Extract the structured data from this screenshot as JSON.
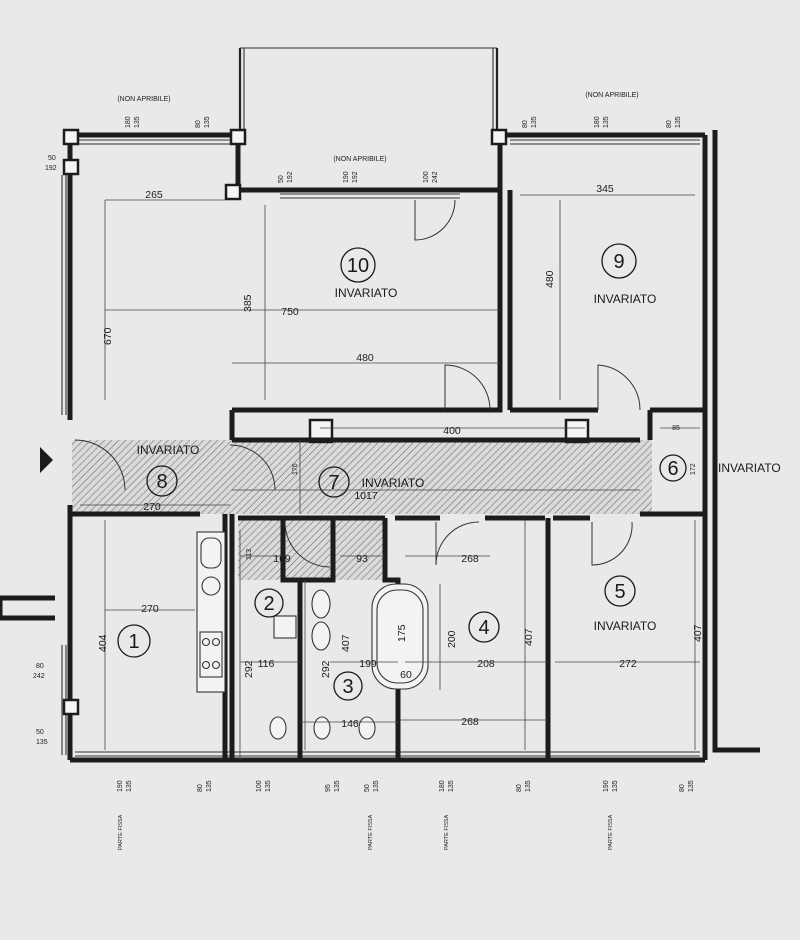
{
  "rooms": {
    "r1": {
      "number": "1"
    },
    "r2": {
      "number": "2"
    },
    "r3": {
      "number": "3"
    },
    "r4": {
      "number": "4"
    },
    "r5": {
      "number": "5",
      "status": "INVARIATO"
    },
    "r6": {
      "number": "6",
      "status": "INVARIATO"
    },
    "r7": {
      "number": "7",
      "status": "INVARIATO"
    },
    "r8": {
      "number": "8",
      "status": "INVARIATO"
    },
    "r9": {
      "number": "9",
      "status": "INVARIATO"
    },
    "r10": {
      "number": "10",
      "status": "INVARIATO"
    }
  },
  "notes": {
    "non_apribile_left": "(NON APRIBILE)",
    "non_apribile_center": "(NON APRIBILE)",
    "non_apribile_right": "(NON APRIBILE)",
    "parte_fissa": "PARTE FISSA"
  },
  "dimensions": {
    "w_tl_a": "180",
    "w_tl_b": "135",
    "w_tl_c": "80",
    "w_tl_d": "135",
    "left_top_a": "50",
    "left_top_b": "192",
    "cent_a": "50",
    "cent_b": "192",
    "cent_c": "190",
    "cent_d": "192",
    "cent_e": "100",
    "cent_f": "242",
    "w_tr_a": "80",
    "w_tr_b": "135",
    "w_tr_c": "180",
    "w_tr_d": "135",
    "w_tr_e": "80",
    "w_tr_f": "135",
    "d265": "265",
    "d345": "345",
    "d670": "670",
    "d385": "385",
    "d750": "750",
    "d480v": "480",
    "d480h": "480",
    "d400": "400",
    "d85": "85",
    "d172": "172",
    "d176": "176",
    "d1017": "1017",
    "d270a": "270",
    "d113": "113",
    "d169": "169",
    "d93": "93",
    "d268a": "268",
    "d270b": "270",
    "d404": "404",
    "d292a": "292",
    "d116": "116",
    "d407a": "407",
    "d292b": "292",
    "d175": "175",
    "d200": "200",
    "d199": "199",
    "d60": "60",
    "d208": "208",
    "d407b": "407",
    "d272": "272",
    "d407c": "407",
    "d146": "146",
    "d268b": "268",
    "lw_a": "80",
    "lw_b": "242",
    "lw2_a": "50",
    "lw2_b": "135",
    "bw1_a": "190",
    "bw1_b": "135",
    "bw2_a": "80",
    "bw2_b": "135",
    "bw3_a": "100",
    "bw3_b": "135",
    "bw4_a": "95",
    "bw4_b": "135",
    "bw5_a": "50",
    "bw5_b": "135",
    "bw6_a": "180",
    "bw6_b": "135",
    "bw7_a": "80",
    "bw7_b": "135",
    "bw8_a": "190",
    "bw8_b": "135",
    "bw9_a": "80",
    "bw9_b": "135"
  },
  "colors": {
    "paper": "#e9e9e7",
    "ink": "#1c1c1c"
  }
}
